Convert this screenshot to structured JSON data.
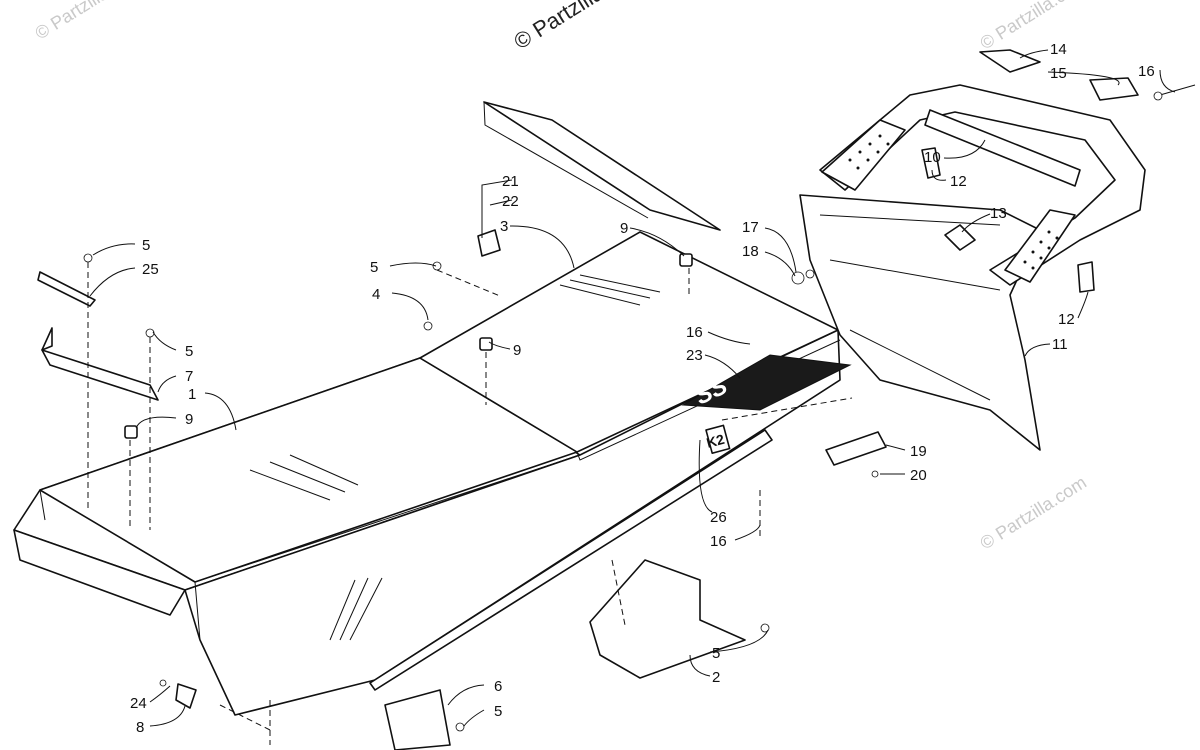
{
  "watermarks": {
    "top": "© Partzilla",
    "repeat": "© Partzilla.com"
  },
  "decal_text": {
    "logo": "SS",
    "badge": "K2"
  },
  "part_numbers": [
    "14",
    "15",
    "16",
    "10",
    "12",
    "13",
    "17",
    "18",
    "12",
    "11",
    "21",
    "22",
    "3",
    "9",
    "5",
    "4",
    "16",
    "9",
    "23",
    "5",
    "25",
    "5",
    "7",
    "1",
    "9",
    "19",
    "20",
    "26",
    "16",
    "5",
    "2",
    "6",
    "5",
    "24",
    "8"
  ]
}
